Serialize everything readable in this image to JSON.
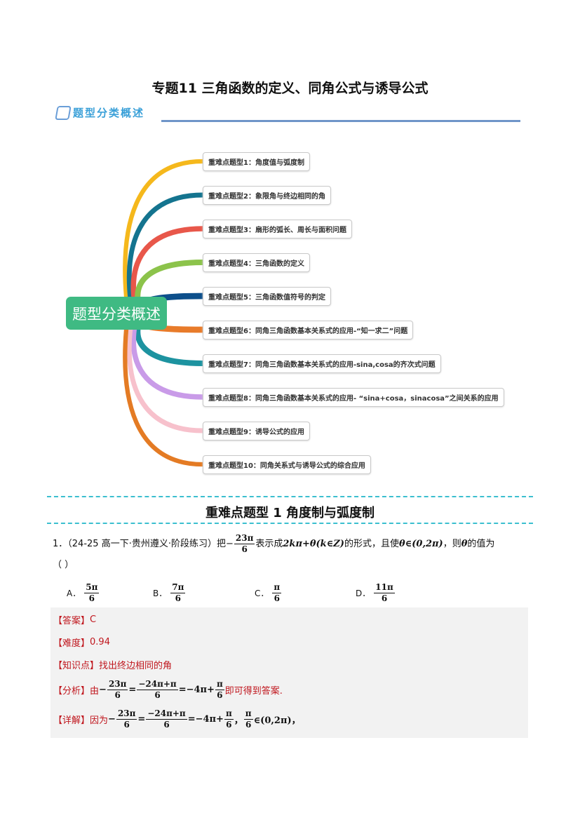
{
  "title": "专题11  三角函数的定义、同角公式与诱导公式",
  "overview_label": "题型分类概述",
  "mindmap": {
    "center": "题型分类概述",
    "nodes": [
      {
        "label": "重难点题型1：角度值与弧度制",
        "color": "#f5b81c"
      },
      {
        "label": "重难点题型2：象限角与终边相同的角",
        "color": "#14748f"
      },
      {
        "label": "重难点题型3：扇形的弧长、周长与面积问题",
        "color": "#e8574a"
      },
      {
        "label": "重难点题型4：三角函数的定义",
        "color": "#8cc34b"
      },
      {
        "label": "重难点题型5：三角函数值符号的判定",
        "color": "#0d4f8b"
      },
      {
        "label": "重难点题型6：同角三角函数基本关系式的应用-“知一求二”问题",
        "color": "#e87b2a"
      },
      {
        "label": "重难点题型7：同角三角函数基本关系式的应用-sina,cosa的齐次式问题",
        "color": "#1d93a0"
      },
      {
        "label": "重难点题型8：同角三角函数基本关系式的应用- “sina+cosa，sinacosa”之间关系的应用",
        "color": "#c99be8"
      },
      {
        "label": "重难点题型9：诱导公式的应用",
        "color": "#f7c1cc"
      },
      {
        "label": "重难点题型10：同角关系式与诱导公式的综合应用",
        "color": "#e47b24"
      }
    ]
  },
  "section_title": "重难点题型 1    角度制与弧度制",
  "question": {
    "number": "1．",
    "source": "（24-25 高一下·贵州遵义·阶段练习）",
    "t1": "把",
    "neg": "−",
    "frac_n": "23π",
    "frac_d": "6",
    "t2": "表示成",
    "expr": "2kπ+θ(k∈Z)",
    "t3": "的形式，且使",
    "expr2": "θ∈(0,2π)",
    "t4": "，则",
    "theta": "θ",
    "t5": "的值为",
    "paren": "（    ）",
    "options": [
      {
        "letter": "A．",
        "n": "5π",
        "d": "6"
      },
      {
        "letter": "B．",
        "n": "7π",
        "d": "6"
      },
      {
        "letter": "C．",
        "n": "π",
        "d": "6"
      },
      {
        "letter": "D．",
        "n": "11π",
        "d": "6"
      }
    ]
  },
  "answer": {
    "answer_label": "【答案】",
    "answer_value": "C",
    "difficulty_label": "【难度】",
    "difficulty_value": "0.94",
    "knowledge_label": "【知识点】",
    "knowledge_value": "找出终边相同的角",
    "analysis_label": "【分析】",
    "analysis_pre": "由",
    "analysis_post": "即可得到答案.",
    "detail_label": "【详解】",
    "detail_pre": "因为",
    "m_neg": "−",
    "m_23": "23π",
    "m_6": "6",
    "m_eq": "=",
    "m_24": "−24π+π",
    "m_m4": "=−4π+",
    "m_pi": "π",
    "m_comma": "，",
    "m_in": "∈(0,2π)，"
  }
}
